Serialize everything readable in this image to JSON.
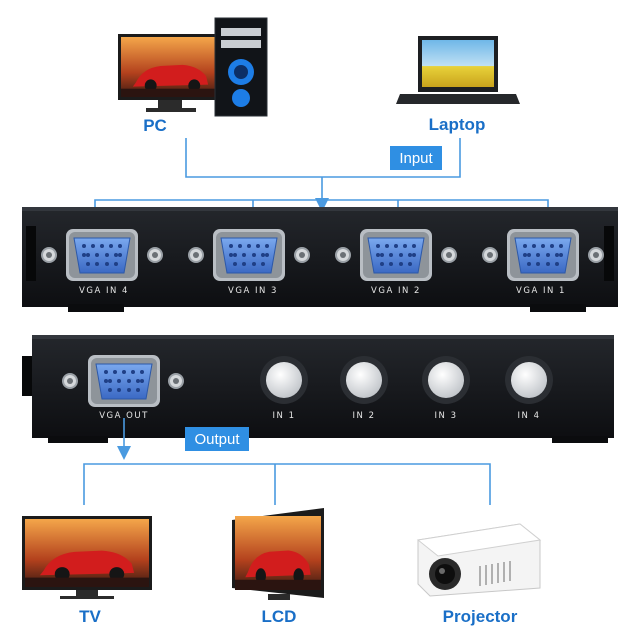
{
  "devices": {
    "top_left": "PC",
    "top_right": "Laptop",
    "bottom_left": "TV",
    "bottom_mid": "LCD",
    "bottom_right": "Projector"
  },
  "tags": {
    "input": "Input",
    "output": "Output"
  },
  "rear_panel": {
    "ports": [
      "VGA IN 4",
      "VGA IN 3",
      "VGA IN 2",
      "VGA IN 1"
    ]
  },
  "front_panel": {
    "out_port": "VGA OUT",
    "buttons": [
      "IN 1",
      "IN 2",
      "IN 3",
      "IN 4"
    ]
  },
  "colors": {
    "line": "#4a9ae0",
    "tag_bg": "#2f8fe3",
    "label": "#1a6fc7",
    "panel": "#15171b",
    "vga_blue": "#4b7fd6"
  }
}
